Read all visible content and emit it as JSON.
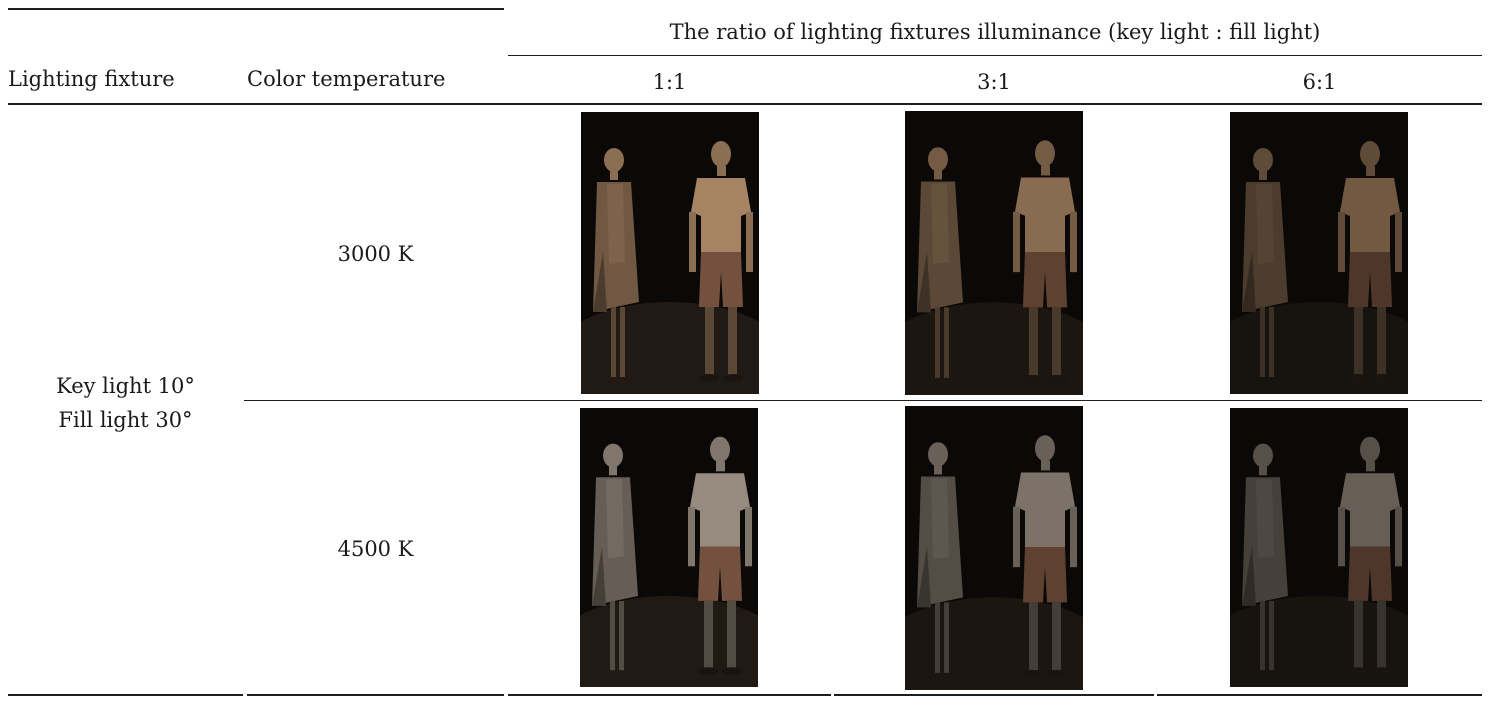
{
  "table": {
    "header": {
      "group_label": "The ratio of lighting fixtures illuminance (key light : fill light)",
      "col_fixture": "Lighting fixture",
      "col_color_temperature": "Color temperature",
      "ratios": [
        "1:1",
        "3:1",
        "6:1"
      ]
    },
    "fixture": {
      "line1": "Key light 10°",
      "line2": "Fill light 30°"
    },
    "rows": [
      {
        "color_temperature": "3000 K",
        "tint": "#b48e6a"
      },
      {
        "color_temperature": "4500 K",
        "tint": "#a4978a"
      }
    ],
    "brightness": [
      1.0,
      0.82,
      0.68
    ]
  }
}
